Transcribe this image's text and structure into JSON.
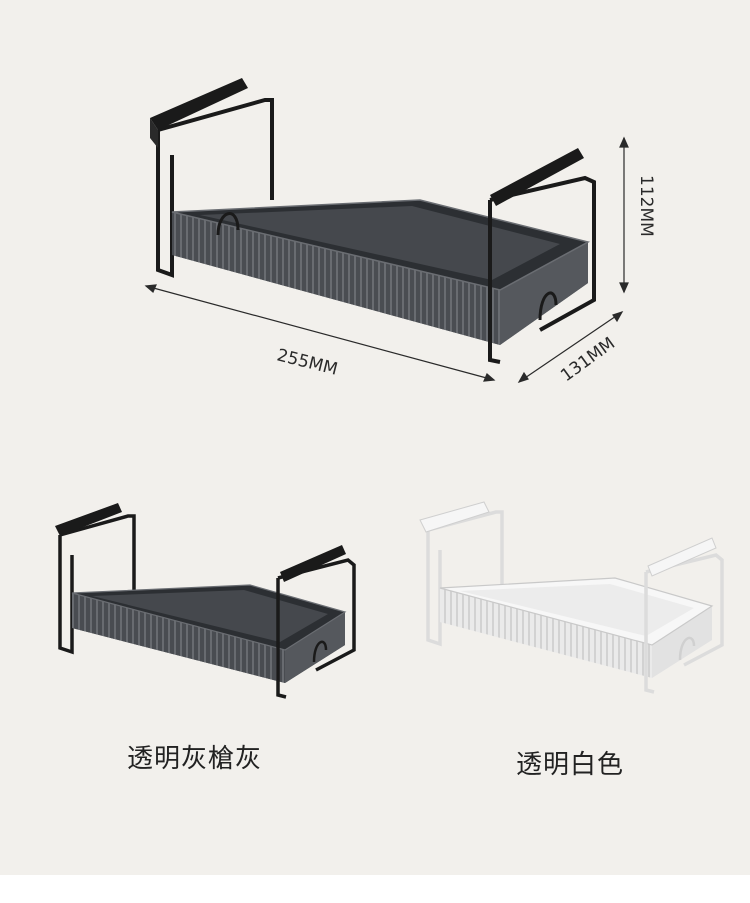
{
  "dimensions": {
    "length": "255MM",
    "height": "112MM",
    "depth": "131MM"
  },
  "variants": [
    {
      "label": "透明灰槍灰",
      "color": "#3a3c40"
    },
    {
      "label": "透明白色",
      "color": "#f4f4f4"
    }
  ],
  "colors": {
    "background": "#f2f0ec",
    "frame_dark": "#1a1a1a",
    "frame_white": "#eeeeee"
  }
}
